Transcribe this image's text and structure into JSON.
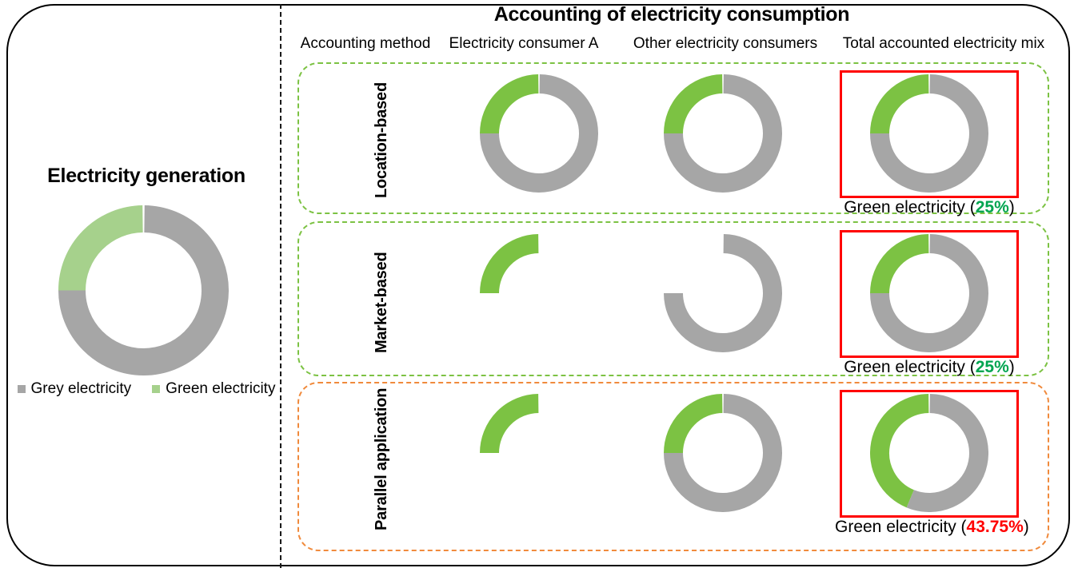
{
  "colors": {
    "green_bright": "#7cc243",
    "green_light": "#a6d18c",
    "grey": "#a6a6a6",
    "red": "#ff0000",
    "green_text": "#00a550",
    "orange_dash": "#f08a3c"
  },
  "left_panel": {
    "title": "Electricity generation",
    "donut": {
      "green_pct": 25,
      "grey_pct": 75
    },
    "legend": [
      {
        "label": "Grey electricity",
        "color": "#a6a6a6"
      },
      {
        "label": "Green electricity",
        "color": "#a6d18c"
      }
    ]
  },
  "right_panel": {
    "title": "Accounting of electricity consumption",
    "columns": [
      "Accounting method",
      "Electricity consumer A",
      "Other electricity consumers",
      "Total accounted electricity mix"
    ],
    "rows": [
      {
        "label": "Location-based",
        "border_color": "#7cc243",
        "consumer_a": {
          "green_pct": 25,
          "grey_pct": 75,
          "full_circle": true
        },
        "other_consumers": {
          "green_pct": 25,
          "grey_pct": 75,
          "full_circle": true
        },
        "total": {
          "green_pct": 25,
          "grey_pct": 75,
          "full_circle": true
        },
        "caption_prefix": "Green electricity (",
        "caption_value": "25%",
        "caption_suffix": ")",
        "caption_value_color": "green"
      },
      {
        "label": "Market-based",
        "border_color": "#7cc243",
        "consumer_a": {
          "green_pct": 25,
          "grey_pct": 0,
          "full_circle": false
        },
        "other_consumers": {
          "green_pct": 0,
          "grey_pct": 75,
          "full_circle": false
        },
        "total": {
          "green_pct": 25,
          "grey_pct": 75,
          "full_circle": true
        },
        "caption_prefix": "Green electricity (",
        "caption_value": "25%",
        "caption_suffix": ")",
        "caption_value_color": "green"
      },
      {
        "label": "Parallel application",
        "border_color": "#f08a3c",
        "consumer_a": {
          "green_pct": 25,
          "grey_pct": 0,
          "full_circle": false
        },
        "other_consumers": {
          "green_pct": 25,
          "grey_pct": 75,
          "full_circle": true
        },
        "total": {
          "green_pct": 43.75,
          "grey_pct": 56.25,
          "full_circle": true
        },
        "caption_prefix": "Green electricity (",
        "caption_value": "43.75%",
        "caption_suffix": ")",
        "caption_value_color": "red"
      }
    ]
  },
  "chart_data": {
    "type": "pie",
    "title": "Electricity generation and accounting of electricity consumption",
    "charts": [
      {
        "name": "Electricity generation",
        "labels": [
          "Green electricity",
          "Grey electricity"
        ],
        "values": [
          25,
          75
        ]
      },
      {
        "name": "Location-based / Electricity consumer A",
        "labels": [
          "Green electricity",
          "Grey electricity"
        ],
        "values": [
          25,
          75
        ]
      },
      {
        "name": "Location-based / Other electricity consumers",
        "labels": [
          "Green electricity",
          "Grey electricity"
        ],
        "values": [
          25,
          75
        ]
      },
      {
        "name": "Location-based / Total accounted electricity mix",
        "labels": [
          "Green electricity",
          "Grey electricity"
        ],
        "values": [
          25,
          75
        ]
      },
      {
        "name": "Market-based / Electricity consumer A",
        "labels": [
          "Green electricity",
          "Grey electricity"
        ],
        "values": [
          25,
          0
        ]
      },
      {
        "name": "Market-based / Other electricity consumers",
        "labels": [
          "Green electricity",
          "Grey electricity"
        ],
        "values": [
          0,
          75
        ]
      },
      {
        "name": "Market-based / Total accounted electricity mix",
        "labels": [
          "Green electricity",
          "Grey electricity"
        ],
        "values": [
          25,
          75
        ]
      },
      {
        "name": "Parallel application / Electricity consumer A",
        "labels": [
          "Green electricity",
          "Grey electricity"
        ],
        "values": [
          25,
          0
        ]
      },
      {
        "name": "Parallel application / Other electricity consumers",
        "labels": [
          "Green electricity",
          "Grey electricity"
        ],
        "values": [
          25,
          75
        ]
      },
      {
        "name": "Parallel application / Total accounted electricity mix",
        "labels": [
          "Green electricity",
          "Grey electricity"
        ],
        "values": [
          43.75,
          56.25
        ]
      }
    ],
    "legend": [
      "Grey electricity",
      "Green electricity"
    ],
    "legend_position": "bottom-left"
  }
}
